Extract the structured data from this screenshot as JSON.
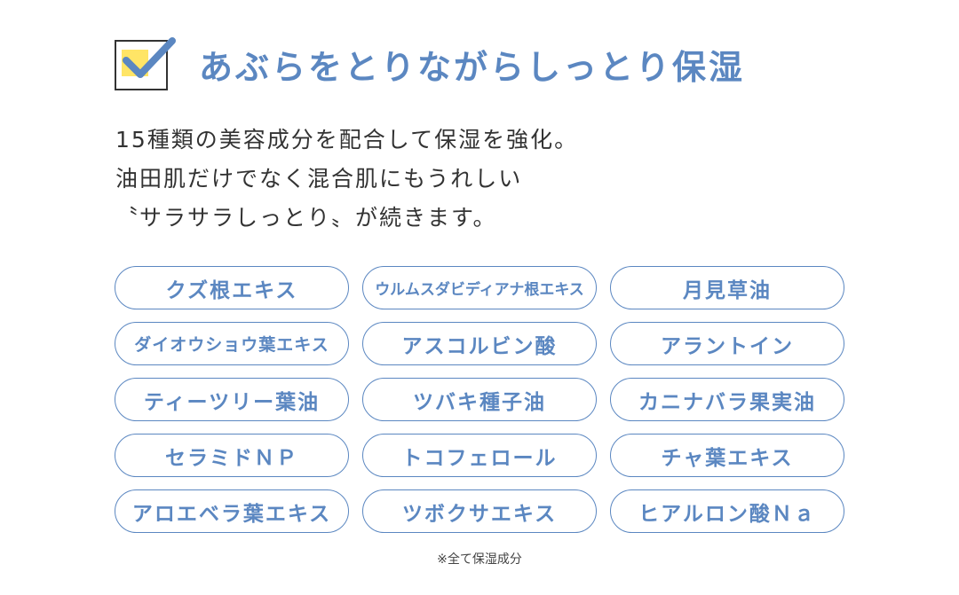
{
  "colors": {
    "accent": "#5B87C1",
    "highlight": "#FFE566",
    "text": "#333333"
  },
  "header": {
    "icon": "checkbox-check-icon",
    "title": "あぶらをとりながらしっとり保湿"
  },
  "description": {
    "lines": [
      "15種類の美容成分を配合して保湿を強化。",
      "油田肌だけでなく混合肌にもうれしい",
      "〝サラサラしっとり〟が続きます。"
    ]
  },
  "ingredients": [
    "クズ根エキス",
    "ウルムスダビディアナ根エキス",
    "月見草油",
    "ダイオウショウ葉エキス",
    "アスコルビン酸",
    "アラントイン",
    "ティーツリー葉油",
    "ツバキ種子油",
    "カニナバラ果実油",
    "セラミドＮＰ",
    "トコフェロール",
    "チャ葉エキス",
    "アロエベラ葉エキス",
    "ツボクサエキス",
    "ヒアルロン酸Ｎａ"
  ],
  "footnote": "※全て保湿成分"
}
